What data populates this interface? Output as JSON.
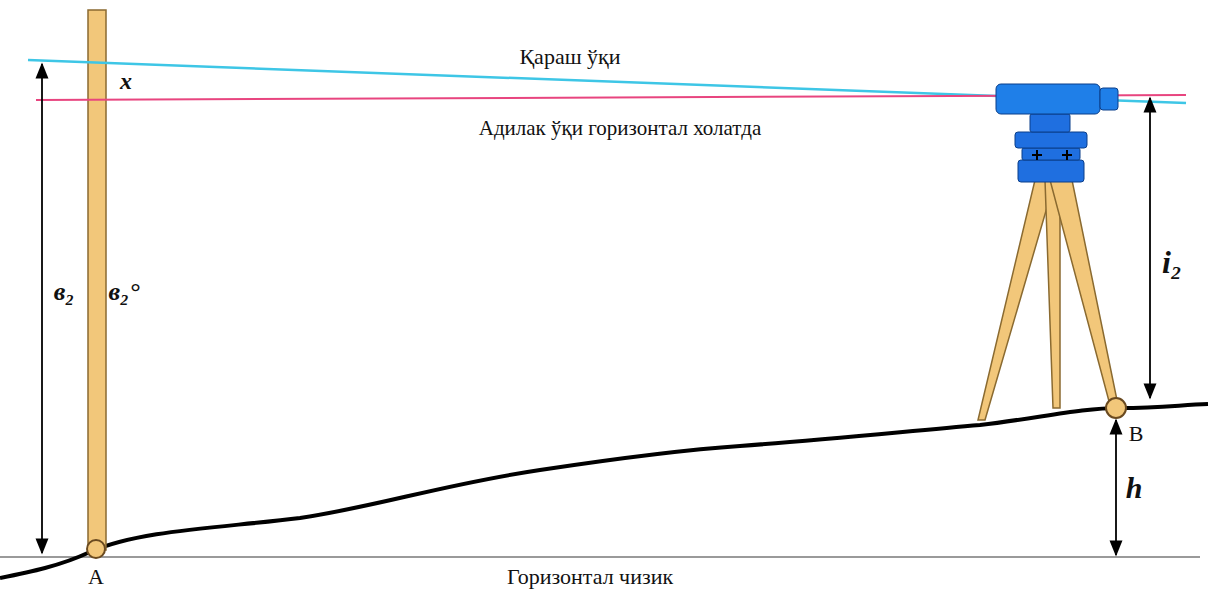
{
  "diagram": {
    "labels": [
      "Қараш ўқи",
      "x",
      "Адилак ўқи горизонтал холатда",
      "в₂",
      "в₂°",
      "i₂",
      "h",
      "B",
      "A",
      "Горизонтал чизик"
    ]
  }
}
